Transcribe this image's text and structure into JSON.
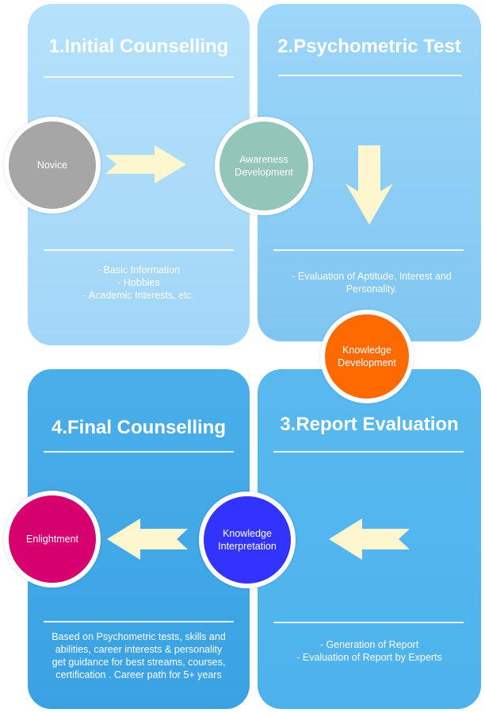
{
  "panels": [
    {
      "title": "1.Initial Counselling",
      "details": [
        "- Basic Information",
        "- Hobbies",
        "- Academic Interests, etc."
      ]
    },
    {
      "title": "2.Psychometric Test",
      "details": [
        "- Evaluation of Aptitude, Interest and",
        "Personality."
      ]
    },
    {
      "title": "3.Report Evaluation",
      "details": [
        "- Generation of Report",
        "- Evaluation of Report by Experts"
      ]
    },
    {
      "title": "4.Final Counselling",
      "details": [
        "Based on Psychometric tests, skills and",
        "abilities, career interests & personality",
        "get guidance for best streams, courses,",
        "certification . Career path for 5+ years"
      ]
    }
  ],
  "stages": [
    {
      "label": "Novice",
      "color": "#a6a6a6"
    },
    {
      "label": "Awareness Development",
      "lines": [
        "Awareness",
        "Development"
      ],
      "color": "#93c5b8"
    },
    {
      "label": "Knowledge Development",
      "lines": [
        "Knowledge",
        "Development"
      ],
      "color": "#ff6a00"
    },
    {
      "label": "Knowledge Interpretation",
      "lines": [
        "Knowledge",
        "Interpretation"
      ],
      "color": "#3333ff"
    },
    {
      "label": "Enlightment",
      "color": "#d6006e"
    }
  ],
  "colors": {
    "arrow": "#fdf6cf",
    "panel_text": "#ffffff"
  }
}
